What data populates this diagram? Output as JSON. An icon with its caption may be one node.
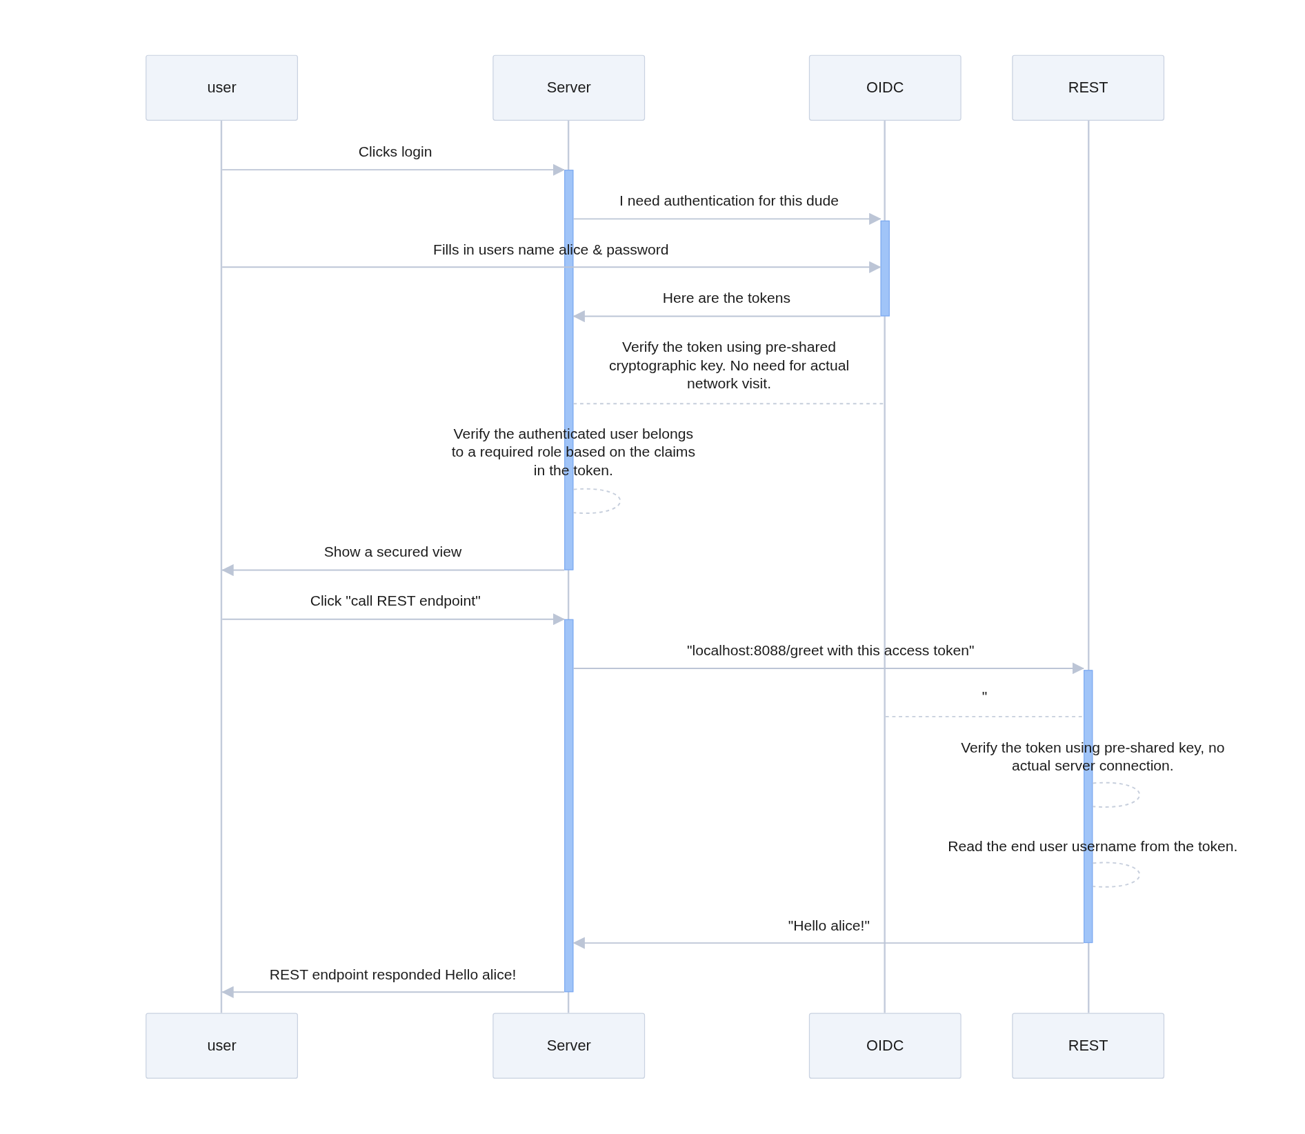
{
  "diagram": {
    "nodes": [
      {
        "text": [
          "user"
        ]
      },
      {
        "text": [
          "Server"
        ]
      },
      {
        "text": [
          "OIDC"
        ]
      },
      {
        "text": [
          "REST"
        ]
      },
      {
        "text": [
          "user"
        ]
      },
      {
        "text": [
          "Server"
        ]
      },
      {
        "text": [
          "OIDC"
        ]
      },
      {
        "text": [
          "REST"
        ]
      },
      {
        "text": [],
        "shape": "line"
      },
      {
        "text": [],
        "shape": "line"
      },
      {
        "text": [],
        "shape": "line"
      },
      {
        "text": [],
        "shape": "line"
      },
      {
        "text": [],
        "shape": "bar"
      },
      {
        "text": [],
        "shape": "bar"
      },
      {
        "text": [],
        "shape": "bar"
      },
      {
        "text": [],
        "shape": "bar"
      }
    ],
    "edges": [
      {
        "from": 8,
        "to": 12,
        "arrow": "to",
        "label": "Clicks login"
      },
      {
        "from": 12,
        "to": 13,
        "arrow": "to",
        "label": "I need authentication for this dude"
      },
      {
        "from": 8,
        "to": 13,
        "arrow": "to",
        "label": "Fills in users name alice & password"
      },
      {
        "from": 13,
        "to": 12,
        "arrow": "to",
        "label": "Here are the tokens"
      },
      {
        "from": 12,
        "to": 10,
        "arrow": "none",
        "style": "dashed",
        "label": "Verify the token using pre-shared cryptographic key. No need for actual network visit."
      },
      {
        "from": 12,
        "to": 12,
        "arrow": "none",
        "style": "dashed",
        "label": "Verify the authenticated user belongs to a required role based on the claims in the token."
      },
      {
        "from": 12,
        "to": 8,
        "arrow": "to",
        "label": "Show a secured view"
      },
      {
        "from": 8,
        "to": 14,
        "arrow": "to",
        "label": "Click \"call REST endpoint\""
      },
      {
        "from": 14,
        "to": 15,
        "arrow": "to",
        "label": "\"localhost:8088/greet with this access token\""
      },
      {
        "from": 10,
        "to": 15,
        "arrow": "none",
        "style": "dashed",
        "label": "\""
      },
      {
        "from": 15,
        "to": 15,
        "arrow": "none",
        "style": "dashed",
        "label": "Verify the token using pre-shared key, no actual server connection."
      },
      {
        "from": 15,
        "to": 15,
        "arrow": "none",
        "style": "dashed",
        "label": "Read the end user username from the token."
      },
      {
        "from": 15,
        "to": 14,
        "arrow": "to",
        "label": "\"Hello alice!\""
      },
      {
        "from": 14,
        "to": 8,
        "arrow": "to",
        "label": "REST endpoint responded Hello alice!"
      }
    ]
  }
}
